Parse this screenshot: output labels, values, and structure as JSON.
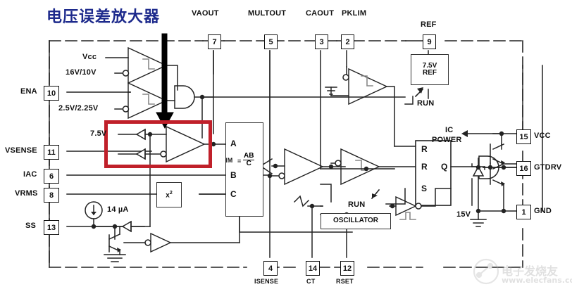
{
  "title": {
    "text": "电压误差放大器",
    "color": "#1d2a8c",
    "annotation": "red-highlight-box-with-black-down-arrow"
  },
  "diagram": {
    "kind": "ic-internal-block-diagram",
    "device": "PFC controller IC",
    "frame": "dashed chip boundary"
  },
  "top_pins": [
    {
      "name": "VAOUT",
      "number": "7"
    },
    {
      "name": "MULTOUT",
      "number": "5"
    },
    {
      "name": "CAOUT",
      "number": "3"
    },
    {
      "name": "PKLIM",
      "number": "2"
    },
    {
      "name": "REF",
      "number": "9"
    }
  ],
  "left_pins": [
    {
      "name": "ENA",
      "number": "10"
    },
    {
      "name": "VSENSE",
      "number": "11"
    },
    {
      "name": "IAC",
      "number": "6"
    },
    {
      "name": "VRMS",
      "number": "8"
    },
    {
      "name": "SS",
      "number": "13"
    }
  ],
  "bottom_pins": [
    {
      "name": "ISENSE",
      "number": "4"
    },
    {
      "name": "CT",
      "number": "14"
    },
    {
      "name": "RSET",
      "number": "12"
    }
  ],
  "right_pins": [
    {
      "name": "VCC",
      "number": "15"
    },
    {
      "name": "GTDRV",
      "number": "16"
    },
    {
      "name": "GND",
      "number": "1"
    }
  ],
  "blocks": [
    {
      "id": "ref",
      "line1": "7.5V",
      "line2": "REF"
    },
    {
      "id": "osc",
      "line1": "OSCILLATOR"
    },
    {
      "id": "sq",
      "line1": "x",
      "exp": "2"
    },
    {
      "id": "mult",
      "inputs": [
        "A",
        "B",
        "C"
      ],
      "formula_lhs": "IM",
      "formula_num": "AB",
      "formula_den": "C"
    },
    {
      "id": "latch",
      "inputs": [
        "R",
        "R",
        "S"
      ],
      "outputs": [
        "Q"
      ]
    }
  ],
  "threshold_labels": [
    {
      "text": "Vcc"
    },
    {
      "text": "16V/10V"
    },
    {
      "text": "2.5V/2.25V"
    },
    {
      "text": "7.5V"
    },
    {
      "text": "14 µA"
    },
    {
      "text": "15V"
    }
  ],
  "signal_labels": [
    {
      "text": "RUN",
      "at": "ref-block-enable"
    },
    {
      "text": "RUN",
      "at": "oscillator-enable"
    },
    {
      "text": "IC",
      "at": "power-tap-line1"
    },
    {
      "text": "POWER",
      "at": "power-tap-line2"
    }
  ],
  "watermark": {
    "cn": "电子发烧友",
    "url": "www.elecfans.com"
  }
}
